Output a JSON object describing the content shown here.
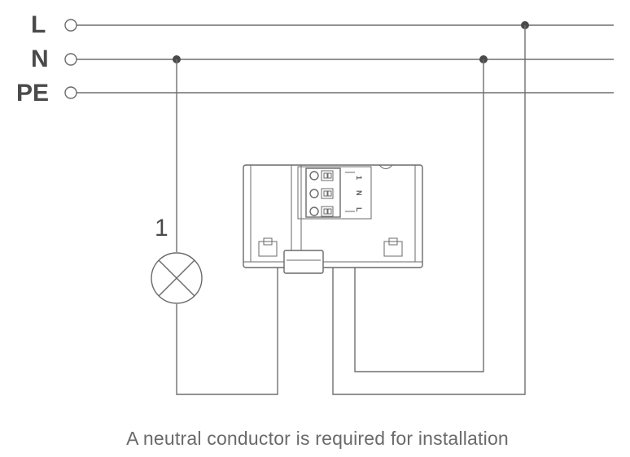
{
  "rails": [
    {
      "id": "l",
      "label": "L"
    },
    {
      "id": "n",
      "label": "N"
    },
    {
      "id": "pe",
      "label": "PE"
    }
  ],
  "lamp": {
    "label": "1"
  },
  "terminals": [
    {
      "id": "out",
      "label": "1"
    },
    {
      "id": "n",
      "label": "N"
    },
    {
      "id": "l",
      "label": "L"
    }
  ],
  "caption": "A neutral conductor is required for installation",
  "colors": {
    "line": "#6f6f6f",
    "text": "#4a4a4a",
    "caption": "#6a6a6a"
  }
}
